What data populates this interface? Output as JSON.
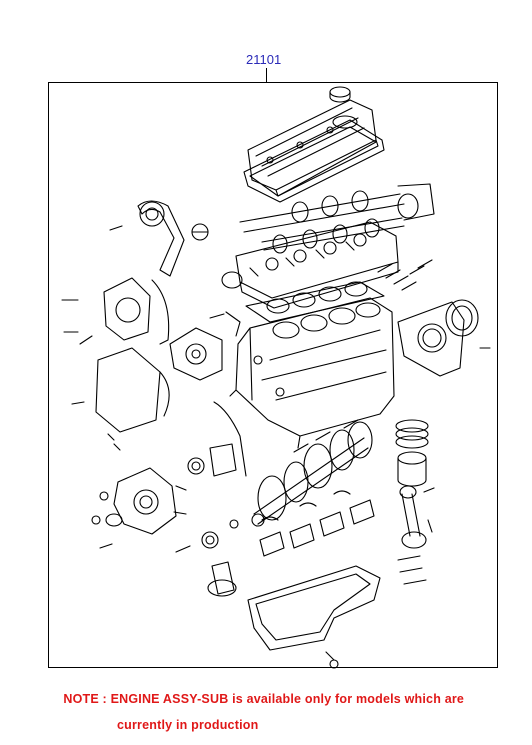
{
  "diagram": {
    "part_number": "21101"
  },
  "note": {
    "line1": "NOTE : ENGINE ASSY-SUB is available only for models which are",
    "line2": "currently in production"
  },
  "colors": {
    "part_number": "#2a2ab8",
    "note": "#e01818",
    "line": "#000000"
  }
}
